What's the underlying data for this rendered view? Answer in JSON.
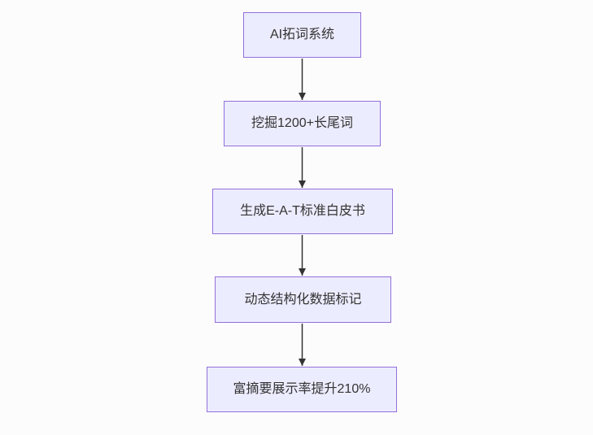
{
  "diagram": {
    "type": "flowchart",
    "direction": "top-down",
    "nodes": [
      {
        "id": "step-1",
        "label": "AI拓词系统"
      },
      {
        "id": "step-2",
        "label": "挖掘1200+长尾词"
      },
      {
        "id": "step-3",
        "label": "生成E-A-T标准白皮书"
      },
      {
        "id": "step-4",
        "label": "动态结构化数据标记"
      },
      {
        "id": "step-5",
        "label": "富摘要展示率提升210%"
      }
    ],
    "edges": [
      {
        "from": "step-1",
        "to": "step-2"
      },
      {
        "from": "step-2",
        "to": "step-3"
      },
      {
        "from": "step-3",
        "to": "step-4"
      },
      {
        "from": "step-4",
        "to": "step-5"
      }
    ],
    "colors": {
      "node_fill": "#ECECFF",
      "node_border": "#9370DB",
      "text": "#333333",
      "arrow": "#333333",
      "background": "#fcfcfc"
    }
  }
}
